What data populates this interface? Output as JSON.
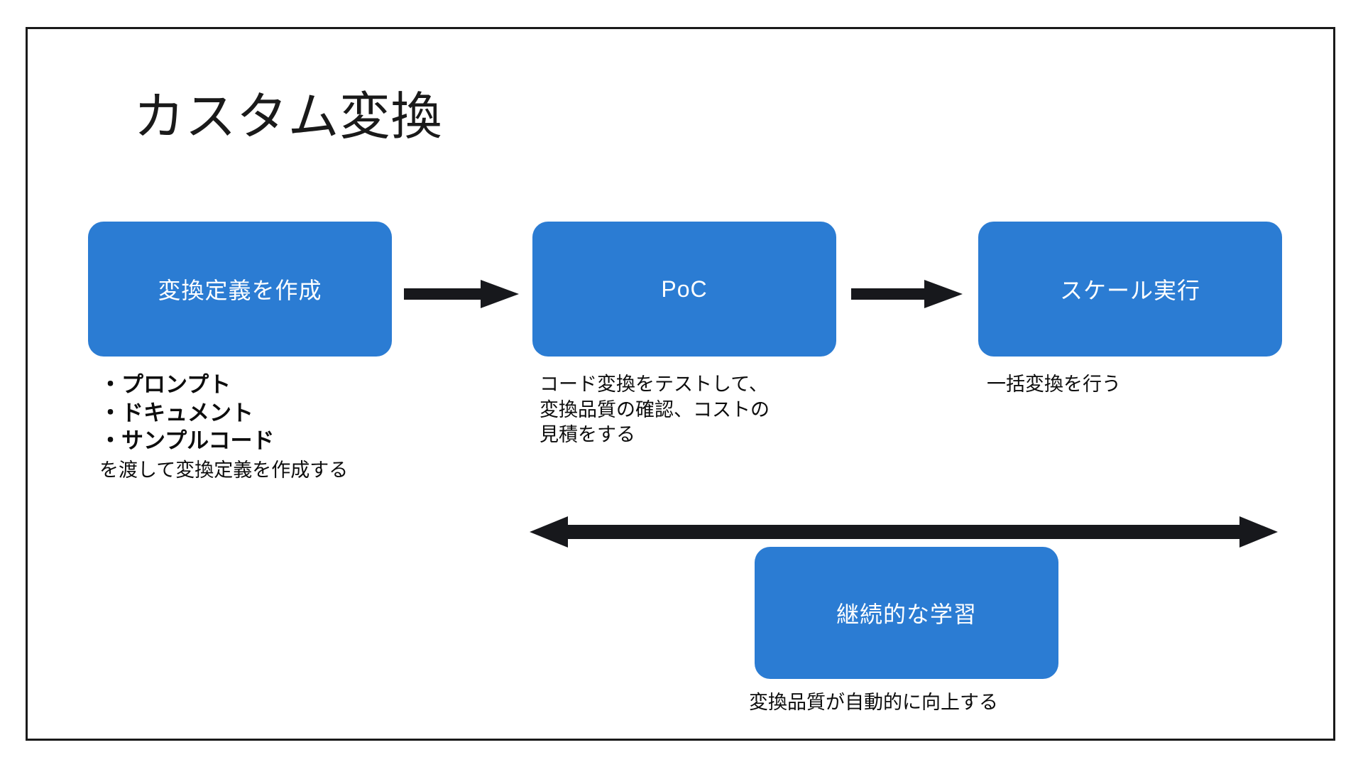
{
  "slide": {
    "title": "カスタム変換",
    "background_color": "#ffffff",
    "border_color": "#1a1a1a",
    "accent_color": "#2B7CD3",
    "text_color": "#0d0d0d"
  },
  "flow": {
    "steps": [
      {
        "id": "define",
        "label": "変換定義を作成",
        "bullets": "・プロンプト\n・ドキュメント\n・サンプルコード",
        "bullet_items": [
          "・プロンプト",
          "・ドキュメント",
          "・サンプルコード"
        ],
        "tail": "を渡して変換定義を作成する"
      },
      {
        "id": "poc",
        "label": "PoC",
        "caption": "コード変換をテストして、\n変換品質の確認、コストの\n見積をする"
      },
      {
        "id": "scale",
        "label": "スケール実行",
        "caption": "一括変換を行う"
      }
    ],
    "feedback": {
      "id": "learning",
      "label": "継続的な学習",
      "caption": "変換品質が自動的に向上する"
    },
    "connectors": [
      {
        "name": "arrow-define-to-poc",
        "direction": "right"
      },
      {
        "name": "arrow-poc-to-scale",
        "direction": "right"
      },
      {
        "name": "arrow-feedback-loop",
        "direction": "both"
      }
    ]
  }
}
